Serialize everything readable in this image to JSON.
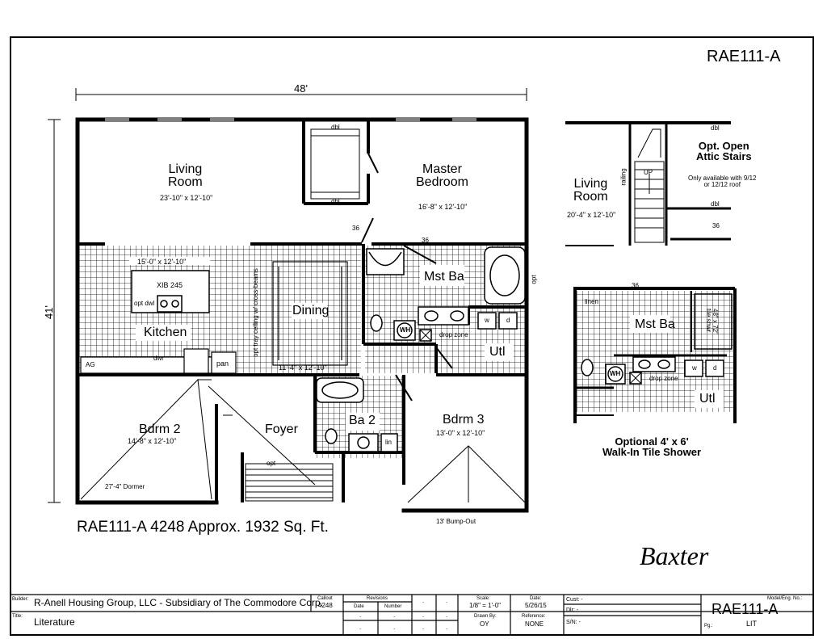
{
  "model_code": "RAE111-A",
  "overall_width": "48'",
  "overall_depth": "41'",
  "plan_caption": "RAE111-A 4248  Approx. 1932 Sq. Ft.",
  "model_name": "Baxter",
  "rooms": {
    "living": {
      "name": "Living\nRoom",
      "dim": "23'-10\" x 12'-10\""
    },
    "master": {
      "name": "Master\nBedroom",
      "dim": "16'-8\" x 12'-10\""
    },
    "kitchen": {
      "name": "Kitchen",
      "dim": "15'-0\" x 12'-10\""
    },
    "dining": {
      "name": "Dining",
      "dim": "11'-4\" x 12'-10\""
    },
    "mstba": {
      "name": "Mst Ba"
    },
    "utl": {
      "name": "Utl"
    },
    "bdrm2": {
      "name": "Bdrm 2",
      "dim": "14'-8\" x 12'-10\""
    },
    "foyer": {
      "name": "Foyer"
    },
    "ba2": {
      "name": "Ba 2"
    },
    "bdrm3": {
      "name": "Bdrm 3",
      "dim": "13'-0\" x 12'-10\""
    }
  },
  "labels": {
    "dbl_top": "dbl",
    "dbl_bottom": "dbl",
    "d36_a": "36",
    "d36_b": "36",
    "xib": "XIB 245",
    "opt_dwl": "opt dwl",
    "tray": "opt tray ceiling w/ cross-beams",
    "ag": "AG",
    "dwr": "dwr",
    "pan": "pan",
    "opt_side": "opt",
    "wh": "WH",
    "w": "w",
    "d": "d",
    "drop_zone": "drop zone",
    "lin": "lin",
    "opt_stair": "opt",
    "dormer": "27'-4\" Dormer",
    "bumpout": "13' Bump-Out"
  },
  "attic_option": {
    "title": "Opt. Open\nAttic Stairs",
    "note": "Only available with 9/12\nor 12/12 roof",
    "living_name": "Living\nRoom",
    "living_dim": "20'-4\" x 12'-10\"",
    "railing": "railing",
    "up": "UP",
    "dbl_a": "dbl",
    "dbl_b": "dbl",
    "d36": "36"
  },
  "shower_option": {
    "caption": "Optional 4' x 6'\nWalk-In Tile Shower",
    "linen": "linen",
    "d36": "36",
    "room": "Mst Ba",
    "shower": "48\" x 72\"\ntile shwr",
    "wh": "WH",
    "w": "w",
    "d": "d",
    "drop_zone": "drop zone",
    "utl": "Utl"
  },
  "title_block": {
    "builder_label": "Builder:",
    "builder": "R-Anell Housing Group, LLC - Subsidiary of The Commodore Corp.",
    "title_label": "Title:",
    "title": "Literature",
    "callout_label": "Callout",
    "callout": "4248",
    "revisions_label": "Revisions",
    "date_col": "Date",
    "number_col": "Number",
    "dot": ".",
    "scale_label": "Scale:",
    "scale": "1/8\" = 1'-0\"",
    "date_label": "Date:",
    "date": "5/26/15",
    "drawn_label": "Drawn By:",
    "drawn": "OY",
    "ref_label": "Reference:",
    "ref": "NONE",
    "cust_label": "Cust: -",
    "dlr_label": "Dlr:   -",
    "sn_label": "S/N:   -",
    "model_label": "Model/Eng. No.:",
    "model": "RAE111-A",
    "pg_label": "Pg.:",
    "pg": "LIT"
  }
}
